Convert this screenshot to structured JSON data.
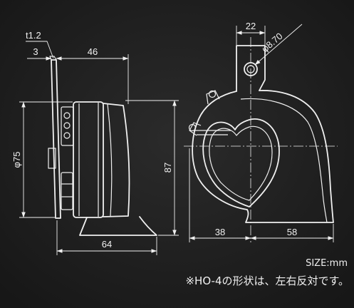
{
  "dimensions": {
    "thickness": "t1.2",
    "offset": "3",
    "depth": "46",
    "diameter": "φ75",
    "height": "87",
    "base_width": "64",
    "bracket_width": "22",
    "hole_diameter": "φ8.70",
    "left_width": "38",
    "right_width": "58"
  },
  "units_note": "SIZE:mm",
  "footnote": "※HO-4の形状は、左右反対です。",
  "colors": {
    "background": "#222222",
    "line": "#f0f0f0"
  }
}
